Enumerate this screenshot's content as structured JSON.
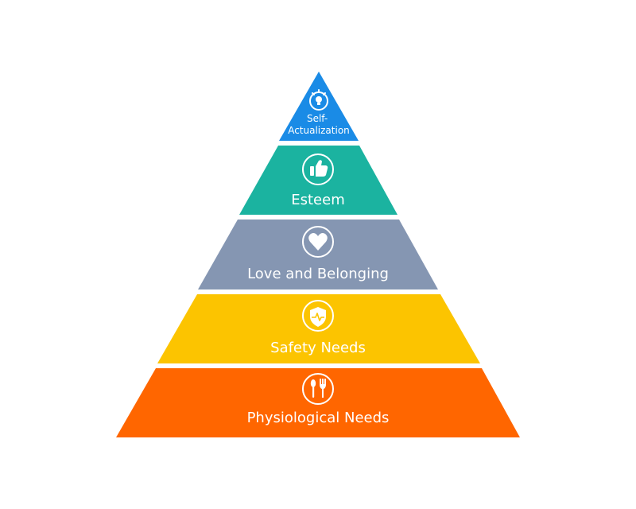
{
  "diagram": {
    "levels": [
      {
        "label_lines": [
          "Self-",
          "Actualization"
        ],
        "color": "#1a8be6",
        "icon": "lightbulb-icon"
      },
      {
        "label_lines": [
          "Esteem"
        ],
        "color": "#1bb3a0",
        "icon": "thumbs-up-icon"
      },
      {
        "label_lines": [
          "Love and Belonging"
        ],
        "color": "#8596b2",
        "icon": "heart-icon"
      },
      {
        "label_lines": [
          "Safety Needs"
        ],
        "color": "#fcc400",
        "icon": "shield-icon"
      },
      {
        "label_lines": [
          "Physiological Needs"
        ],
        "color": "#ff6600",
        "icon": "fork-spoon-icon"
      }
    ]
  }
}
